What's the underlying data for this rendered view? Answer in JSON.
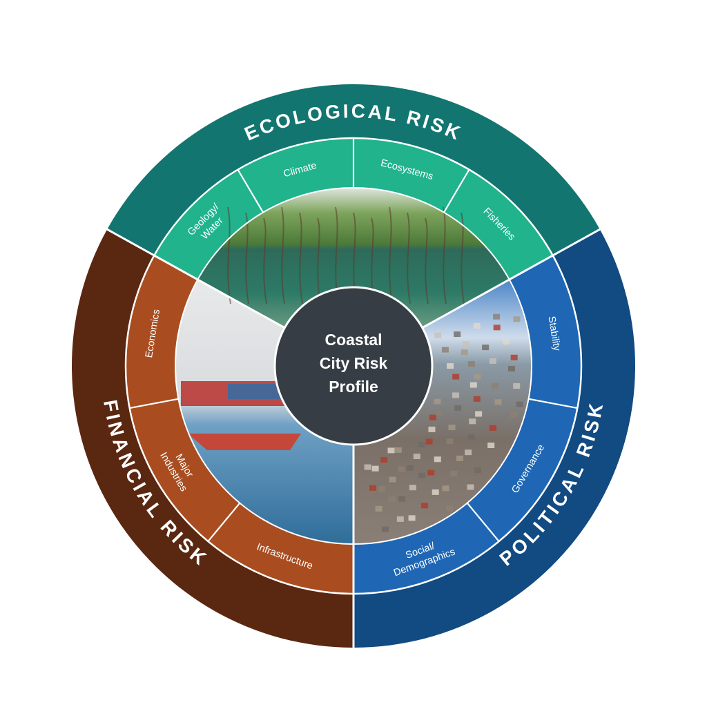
{
  "center": {
    "lines": [
      "Coastal",
      "City Risk",
      "Profile"
    ],
    "color": "#373d44"
  },
  "sectors": [
    {
      "key": "ecological",
      "title": "ECOLOGICAL RISK",
      "outer_color": "#137570",
      "inner_color": "#20b38c",
      "photo": "mangrove-roots-photo",
      "subs": [
        {
          "lines": [
            "Geology/",
            "Water"
          ]
        },
        {
          "lines": [
            "Climate"
          ]
        },
        {
          "lines": [
            "Ecosystems"
          ]
        },
        {
          "lines": [
            "Fisheries"
          ]
        }
      ]
    },
    {
      "key": "political",
      "title": "POLITICAL RISK",
      "outer_color": "#124a82",
      "inner_color": "#1f67b5",
      "photo": "city-skyline-photo",
      "subs": [
        {
          "lines": [
            "Stability"
          ]
        },
        {
          "lines": [
            "Governance"
          ]
        },
        {
          "lines": [
            "Social/",
            "Demographics"
          ]
        }
      ]
    },
    {
      "key": "financial",
      "title": "FINANCIAL RISK",
      "outer_color": "#5a2711",
      "inner_color": "#a94d21",
      "photo": "harbor-boats-photo",
      "subs": [
        {
          "lines": [
            "Infrastructure"
          ]
        },
        {
          "lines": [
            "Major",
            "Industries"
          ]
        },
        {
          "lines": [
            "Economics"
          ]
        }
      ]
    }
  ]
}
